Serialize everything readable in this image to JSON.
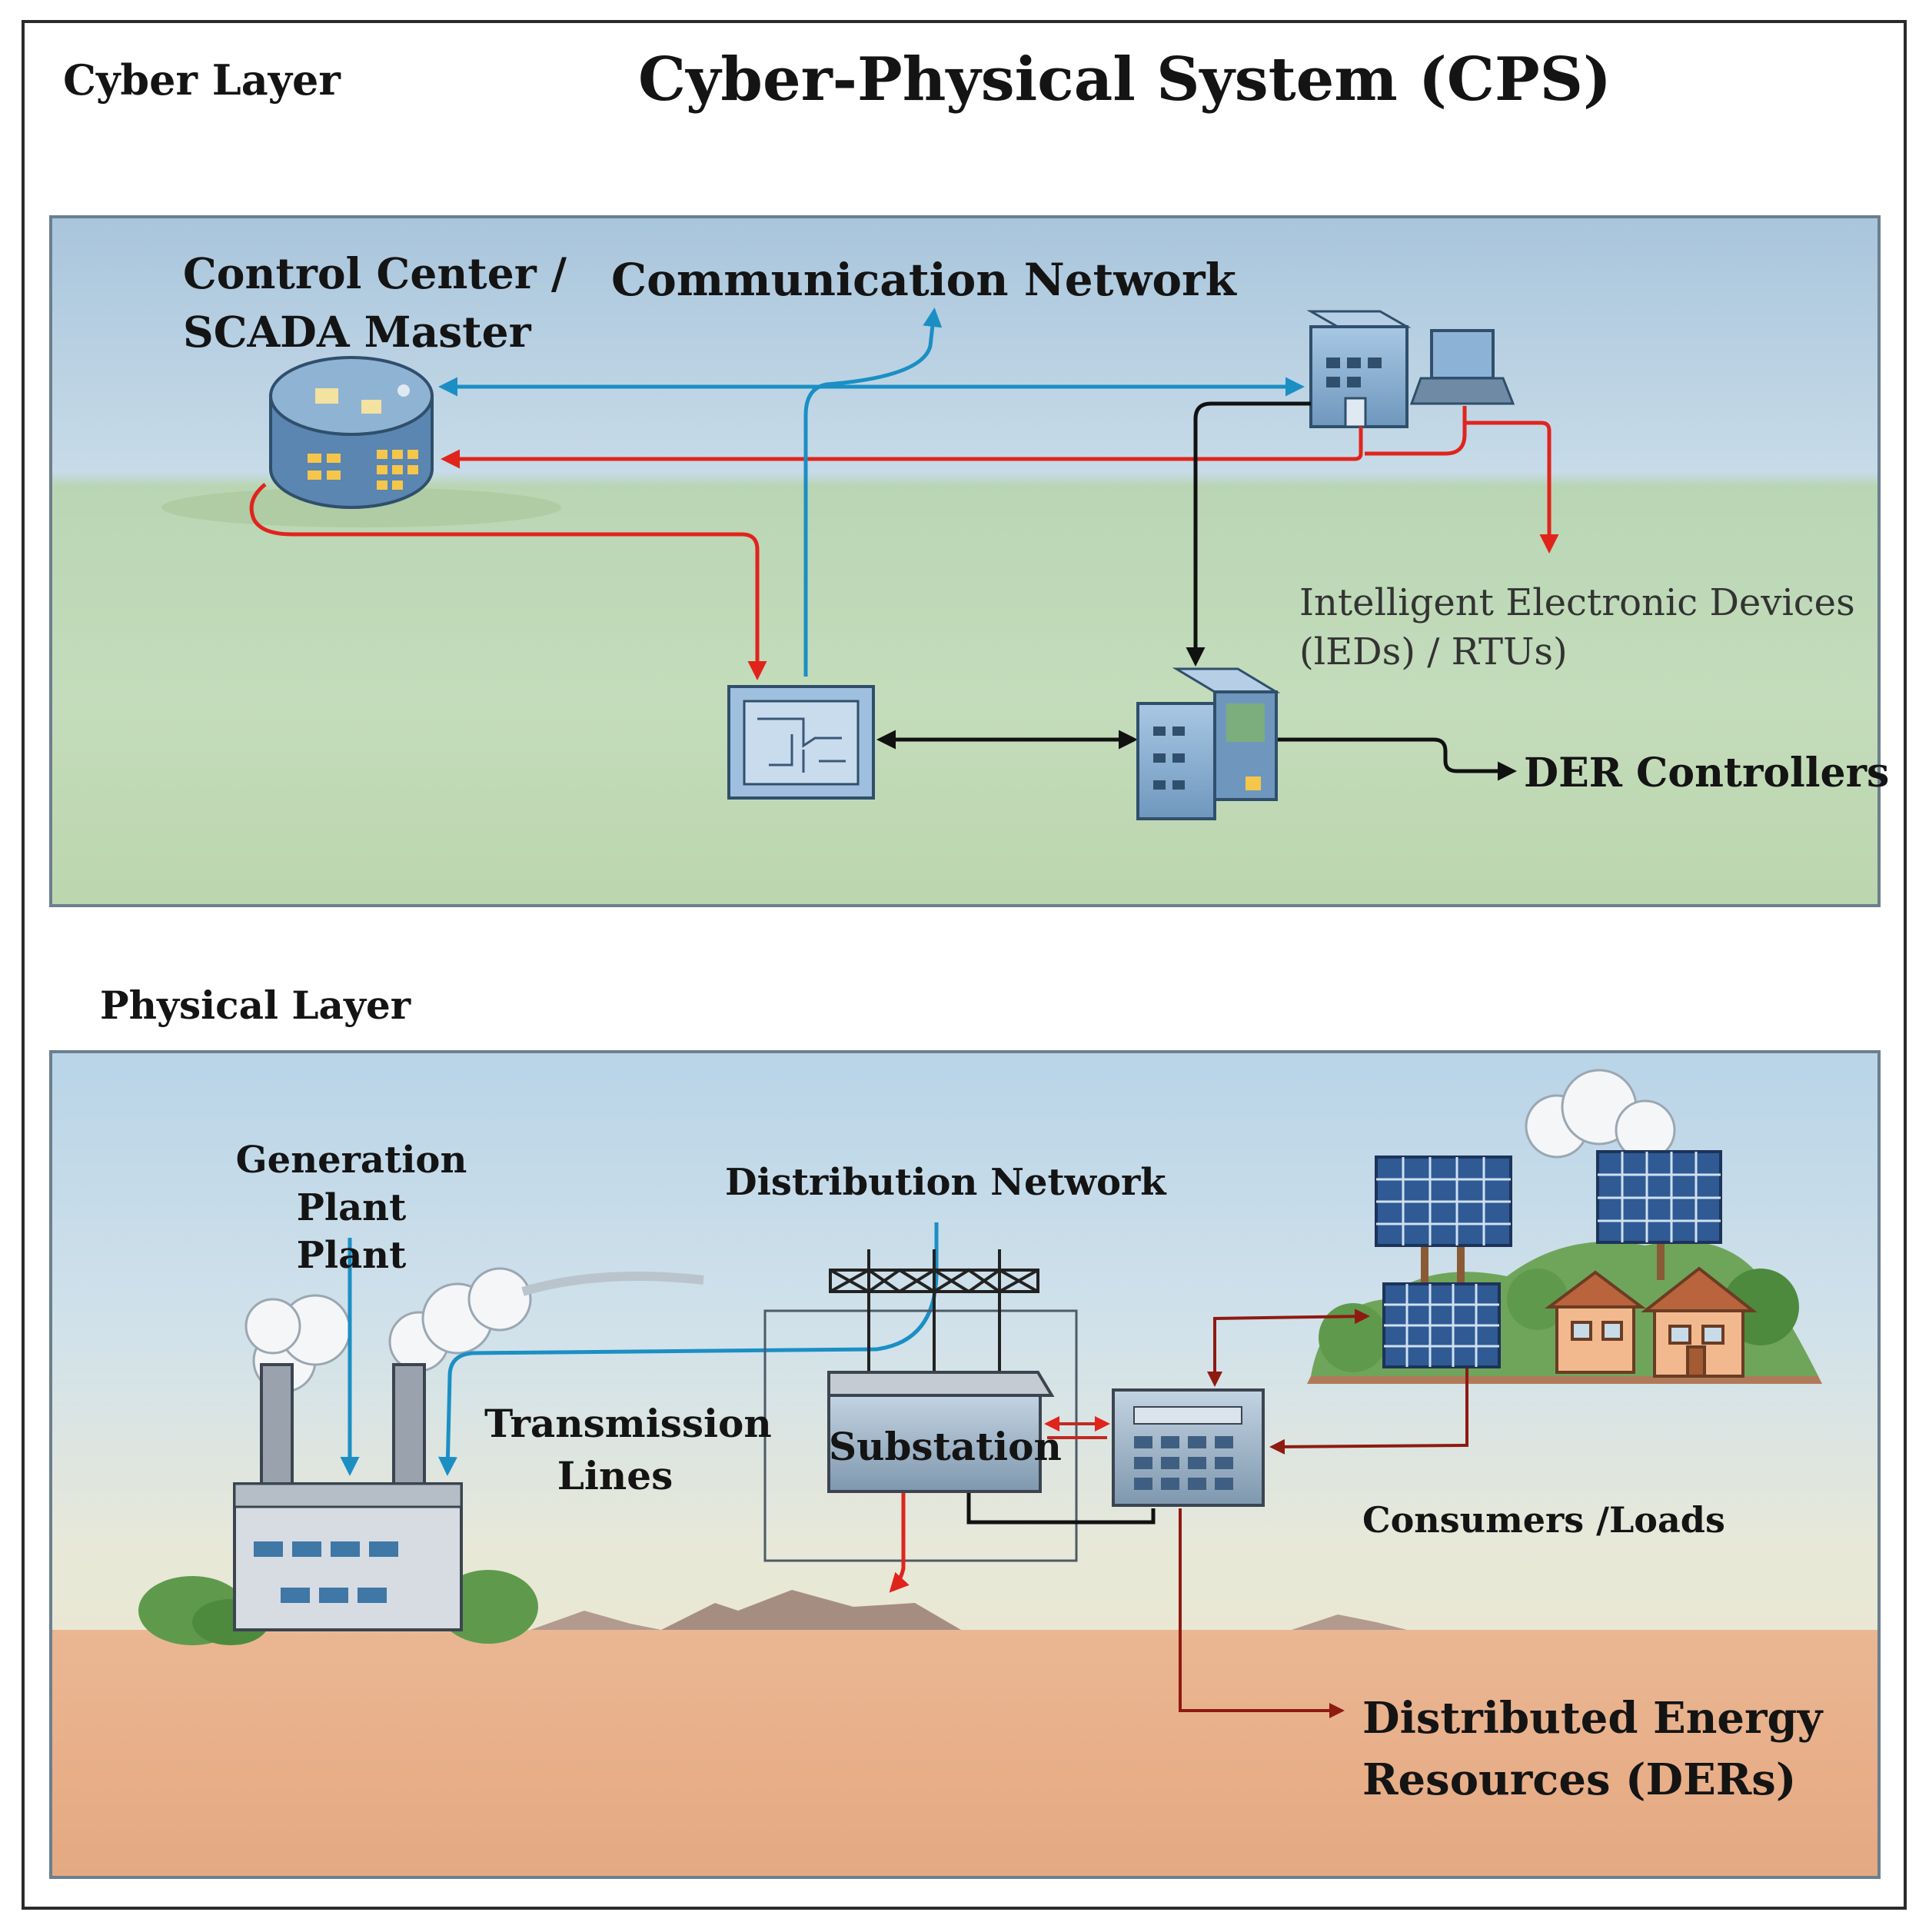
{
  "title": "Cyber-Physical System (CPS)",
  "cyber_layer": {
    "heading": "Cyber Layer",
    "control_center": "Control Center /\nSCADA Master",
    "communication_network": "Communication Network",
    "ieds": "Intelligent Electronic Devices\n(lEDs) / RTUs)",
    "der_controllers": "DER Controllers"
  },
  "physical_layer": {
    "heading": "Physical Layer",
    "generation_plant": "Generation Plant\nPlant",
    "distribution_network": "Distribution Network",
    "transmission_lines": "Transmission\nLines",
    "substation": "Substation",
    "consumers_loads": "Consumers /Loads",
    "ders": "Distributed Energy\nResources (DERs)"
  },
  "colors": {
    "blue_link": "#1b8fc4",
    "red_link": "#e0241c",
    "dark_red_link": "#8e1a12",
    "black_link": "#111111"
  }
}
